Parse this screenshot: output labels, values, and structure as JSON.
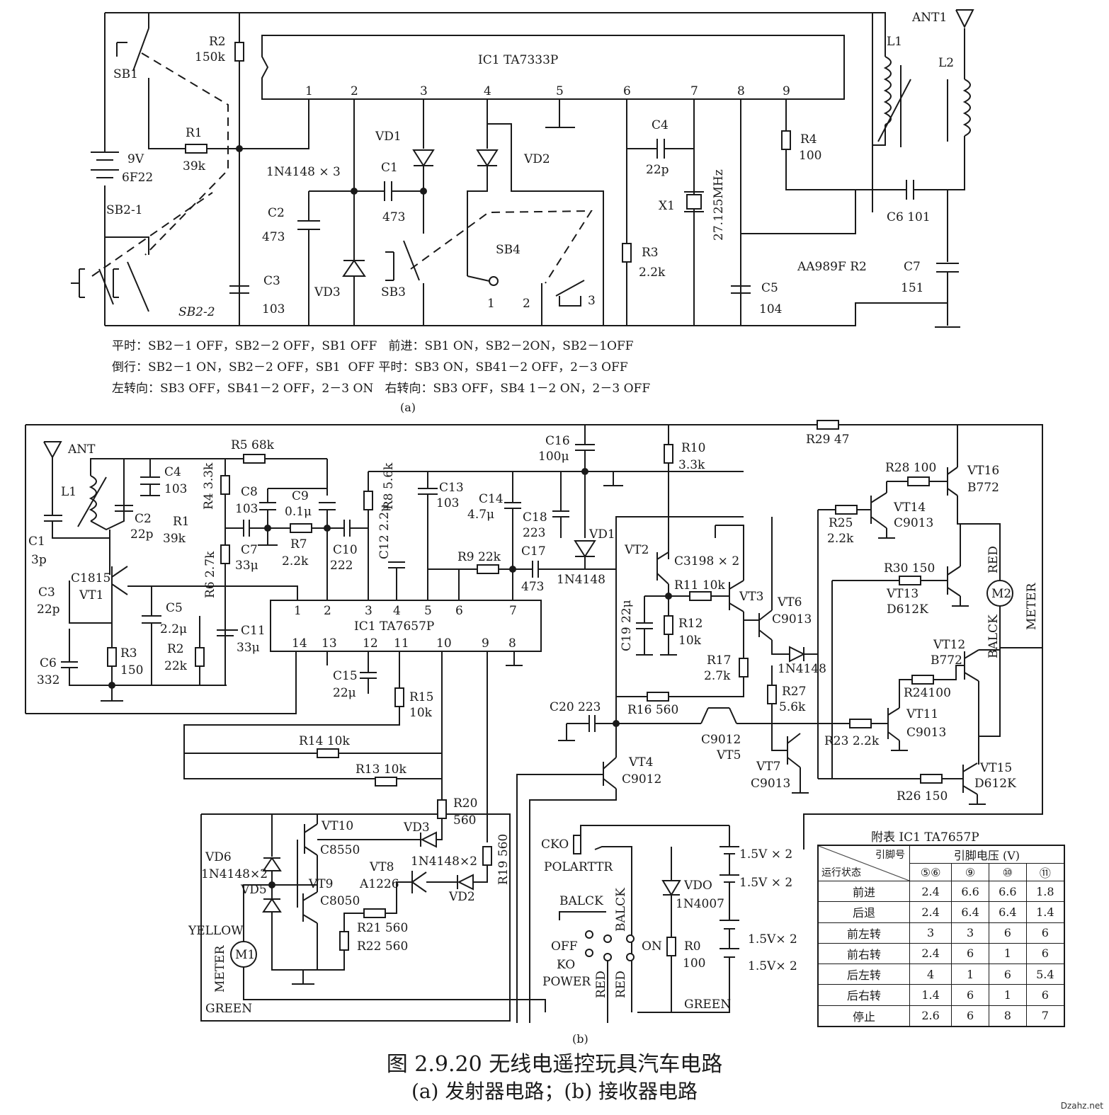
{
  "figure": {
    "caption": "图 2.9.20   无线电遥控玩具汽车电路",
    "subcaption": "(a) 发射器电路；(b) 接收器电路",
    "sub_a": "(a)",
    "sub_b": "(b)",
    "watermark": "Dzahz.net"
  },
  "transmitter": {
    "ic": "IC1  TA7333P",
    "pins": [
      "1",
      "2",
      "3",
      "4",
      "5",
      "6",
      "7",
      "8",
      "9"
    ],
    "labels": {
      "sb1": "SB1",
      "r2": "R2",
      "r2v": "150k",
      "r1": "R1",
      "r1v": "39k",
      "bat": "9V",
      "batv": "6F22",
      "sb21": "SB2-1",
      "sb22": "SB2-2",
      "c3": "C3",
      "c3v": "103",
      "diodes": "1N4148 × 3",
      "c2": "C2",
      "c2v": "473",
      "vd3": "VD3",
      "vd1": "VD1",
      "c1": "C1",
      "c1v": "473",
      "vd2": "VD2",
      "sb3": "SB3",
      "sb4": "SB4",
      "sb4p1": "1",
      "sb4p2": "2",
      "sb4p3": "3",
      "c4": "C4",
      "c4v": "22p",
      "x1": "X1",
      "xtal": "27.125MHz",
      "r3": "R3",
      "r3v": "2.2k",
      "c5": "C5",
      "c5v": "104",
      "r4": "R4",
      "r4v": "100",
      "l1": "L1",
      "l2": "L2",
      "ant": "ANT1",
      "c6": "C6  101",
      "aa": "AA989F  R2",
      "c7": "C7",
      "c7v": "151"
    },
    "notes": [
      "平时：SB2－1 OFF，SB2－2 OFF，SB1 OFF   前进：SB1 ON，SB2－2ON，SB2－1OFF",
      "倒行：SB2－1 ON，SB2－2 OFF，SB1  OFF 平时：SB3 ON，SB41－2 OFF，2－3 OFF",
      "左转向：SB3 OFF，SB41－2 OFF，2－3 ON   右转向：SB3 OFF，SB4 1－2 ON，2－3 OFF"
    ]
  },
  "receiver": {
    "ic": "IC1  TA7657P",
    "pins_top": [
      "1",
      "2",
      "3",
      "4",
      "5",
      "6",
      "7"
    ],
    "pins_bottom": [
      "14",
      "13",
      "12",
      "11",
      "10",
      "9",
      "8"
    ],
    "labels": {
      "ant": "ANT",
      "l1": "L1",
      "c4": "C4",
      "c4v": "103",
      "c2": "C2",
      "c2v": "22p",
      "c1": "C1",
      "c1v": "3p",
      "c1815": "C1815",
      "vt1": "VT1",
      "c3": "C3",
      "c3v": "22p",
      "c6": "C6",
      "c6v": "332",
      "r3": "R3",
      "r3v": "150",
      "c5": "C5",
      "c5v": "2.2μ",
      "r2": "R2",
      "r2v": "22k",
      "r1": "R1",
      "r1v": "39k",
      "r4": "R4 3.3k",
      "r6": "R6 2.7k",
      "r5": "R5 68k",
      "c8": "C8",
      "c8v": "103",
      "c9": "C9",
      "c9v": "0.1μ",
      "c7": "C7",
      "c7v": "33μ",
      "r7": "R7",
      "r7v": "2.2k",
      "c10": "C10",
      "c10v": "222",
      "r8": "R8 5.6k",
      "c12": "C12 2.2μ",
      "c11": "C11",
      "c11v": "33μ",
      "c13": "C13",
      "c13v": "103",
      "c14": "C14",
      "c14v": "4.7μ",
      "c18": "C18",
      "c18v": "223",
      "c16": "C16",
      "c16v": "100μ",
      "vd1": "VD1",
      "vd1t": "1N4148",
      "r9": "R9 22k",
      "c17": "C17",
      "c17v": "473",
      "c15": "C15",
      "c15v": "22μ",
      "r15": "R15",
      "r15v": "10k",
      "r14": "R14 10k",
      "r13": "R13 10k",
      "r10": "R10",
      "r10v": "3.3k",
      "vt2": "VT2",
      "c3198": "C3198 × 2",
      "r11": "R11 10k",
      "vt3": "VT3",
      "c19": "C19 22μ",
      "r12": "R12",
      "r12v": "10k",
      "r17": "R17",
      "r17v": "2.7k",
      "r16": "R16 560",
      "c20": "C20 223",
      "c9012a": "C9012",
      "vt5": "VT5",
      "vt4": "VT4",
      "c9012b": "C9012",
      "vt6": "VT6",
      "c9013a": "C9013",
      "d1n": "1N4148",
      "r27": "R27",
      "r27v": "5.6k",
      "vt7": "VT7",
      "c9013b": "C9013",
      "r29": "R29 47",
      "r28": "R28 100",
      "vt16": "VT16",
      "b772a": "B772",
      "vt14": "VT14",
      "c9013c": "C9013",
      "r25": "R25",
      "r25v": "2.2k",
      "r30": "R30 150",
      "vt13": "VT13",
      "d612a": "D612K",
      "m2": "M2",
      "red": "RED",
      "meter": "METER",
      "balck": "BALCK",
      "vt12": "VT12",
      "b772b": "B772",
      "r24": "R24100",
      "vt11": "VT11",
      "c9013d": "C9013",
      "r23": "R23  2.2k",
      "vt15": "VT15",
      "d612b": "D612K",
      "r26": "R26 150",
      "r20": "R20",
      "r20v": "560",
      "r19": "R19 560",
      "vt10": "VT10",
      "c8550": "C8550",
      "vd3": "VD3",
      "vd6": "VD6",
      "d2": "1N4148×2",
      "vd5": "VD5",
      "vt9": "VT9",
      "c8050": "C8050",
      "vt8": "VT8",
      "a1226": "A1226",
      "d3": "1N4148×2",
      "vd2": "VD2",
      "r21": "R21  560",
      "r22": "R22  560",
      "yellow": "YELLOW",
      "m1": "M1",
      "meter1": "METER",
      "green1": "GREEN",
      "cko": "CKO",
      "polar": "POLARTTR",
      "bat1": "1.5V × 2",
      "bat2": "1.5V × 2",
      "bat3": "1.5V× 2",
      "bat4": "1.5V× 2",
      "vdo": "VDO",
      "vdot": "1N4007",
      "r0": "R0",
      "r0v": "100",
      "balck1": "BALCK",
      "balck2": "BALCK",
      "off": "OFF",
      "ko": "KO",
      "power": "POWER",
      "on": "ON",
      "red1": "RED",
      "red2": "RED",
      "green2": "GREEN"
    }
  },
  "pin_table": {
    "title": "附表 IC1    TA7657P",
    "header_pin": "引脚号",
    "header_state": "运行状态",
    "header_voltage": "引脚电压 (V)",
    "columns": [
      "⑤⑥",
      "⑨",
      "⑩",
      "⑪"
    ],
    "rows": [
      {
        "state": "前进",
        "values": [
          "2.4",
          "6.6",
          "6.6",
          "1.8"
        ]
      },
      {
        "state": "后退",
        "values": [
          "2.4",
          "6.4",
          "6.4",
          "1.4"
        ]
      },
      {
        "state": "前左转",
        "values": [
          "3",
          "3",
          "6",
          "6"
        ]
      },
      {
        "state": "前右转",
        "values": [
          "2.4",
          "6",
          "1",
          "6"
        ]
      },
      {
        "state": "后左转",
        "values": [
          "4",
          "1",
          "6",
          "5.4"
        ]
      },
      {
        "state": "后右转",
        "values": [
          "1.4",
          "6",
          "1",
          "6"
        ]
      },
      {
        "state": "停止",
        "values": [
          "2.6",
          "6",
          "8",
          "7"
        ]
      }
    ]
  }
}
